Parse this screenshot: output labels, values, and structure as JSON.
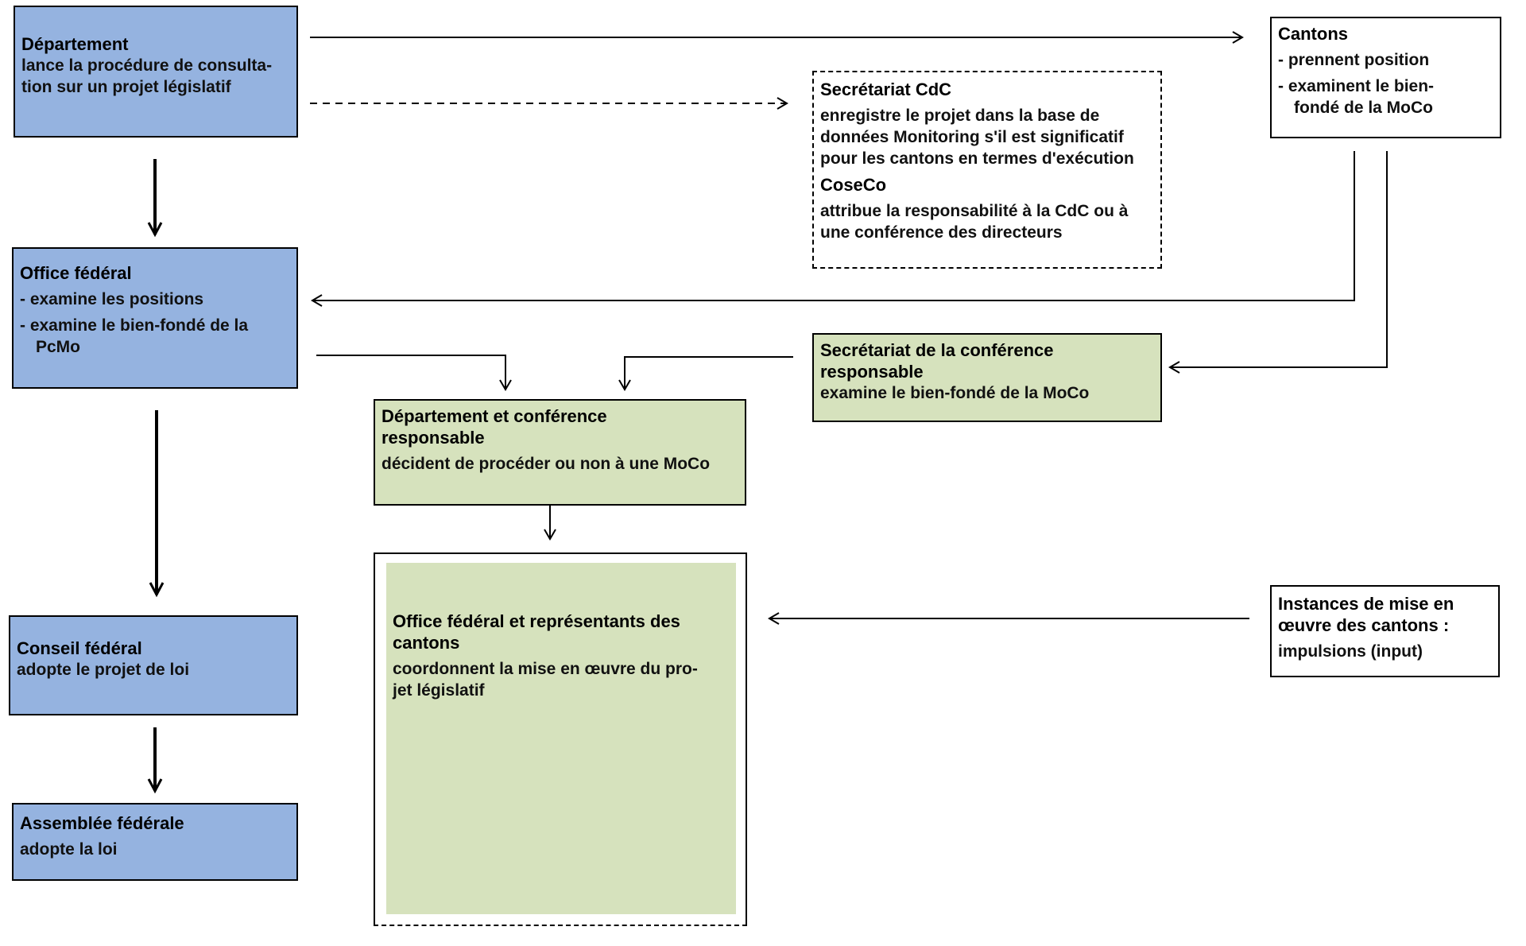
{
  "departement": {
    "title": "Département",
    "lines": [
      "lance la procédure de consulta-",
      "tion sur un projet législatif"
    ]
  },
  "office_federal": {
    "title": "Office fédéral",
    "lines": [
      "- examine les positions",
      "- examine le bien-fondé de la",
      "PcMo"
    ]
  },
  "conseil_federal": {
    "title": "Conseil fédéral",
    "line": "adopte le projet de loi"
  },
  "assemblee_federale": {
    "title": "Assemblée fédérale",
    "line": "adopte la loi"
  },
  "secretariat_cdc": {
    "title": "Secrétariat CdC",
    "lines": [
      "enregistre le projet dans la base de",
      "données Monitoring s'il est significatif",
      "pour les cantons en termes d'exécution"
    ],
    "coseco_title": "CoseCo",
    "coseco_lines": [
      "attribue la responsabilité à la CdC ou à",
      "une conférence des directeurs"
    ]
  },
  "cantons": {
    "title": "Cantons",
    "lines": [
      "- prennent position",
      "- examinent le bien-",
      "fondé de la MoCo"
    ]
  },
  "secretariat_conference": {
    "title_lines": [
      "Secrétariat de la conférence",
      "responsable"
    ],
    "line": "examine le bien-fondé de la MoCo"
  },
  "departement_conference": {
    "title_lines": [
      "Département et conférence",
      "responsable"
    ],
    "line": "décident de procéder ou non à une MoCo"
  },
  "office_representants": {
    "title_lines": [
      "Office fédéral et représentants des",
      "cantons"
    ],
    "lines": [
      "coordonnent la mise en œuvre du pro-",
      "jet législatif"
    ]
  },
  "instances": {
    "title_lines": [
      "Instances de mise en",
      "œuvre des cantons :"
    ],
    "line": "impulsions (input)"
  },
  "colors": {
    "federal_blue": "#95b3e0",
    "coordination_green": "#d6e2bd",
    "line": "#000000"
  }
}
